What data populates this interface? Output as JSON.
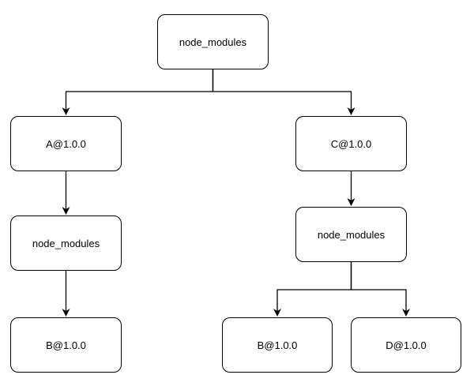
{
  "diagram": {
    "nodes": {
      "root": {
        "label": "node_modules"
      },
      "a": {
        "label": "A@1.0.0"
      },
      "a_nm": {
        "label": "node_modules"
      },
      "a_b": {
        "label": "B@1.0.0"
      },
      "c": {
        "label": "C@1.0.0"
      },
      "c_nm": {
        "label": "node_modules"
      },
      "c_b": {
        "label": "B@1.0.0"
      },
      "c_d": {
        "label": "D@1.0.0"
      }
    },
    "edges": [
      {
        "from": "root",
        "to": "a"
      },
      {
        "from": "root",
        "to": "c"
      },
      {
        "from": "a",
        "to": "a_nm"
      },
      {
        "from": "a_nm",
        "to": "a_b"
      },
      {
        "from": "c",
        "to": "c_nm"
      },
      {
        "from": "c_nm",
        "to": "c_b"
      },
      {
        "from": "c_nm",
        "to": "c_d"
      }
    ],
    "colors": {
      "stroke": "#000000",
      "fill": "#ffffff",
      "text": "#000000"
    }
  }
}
